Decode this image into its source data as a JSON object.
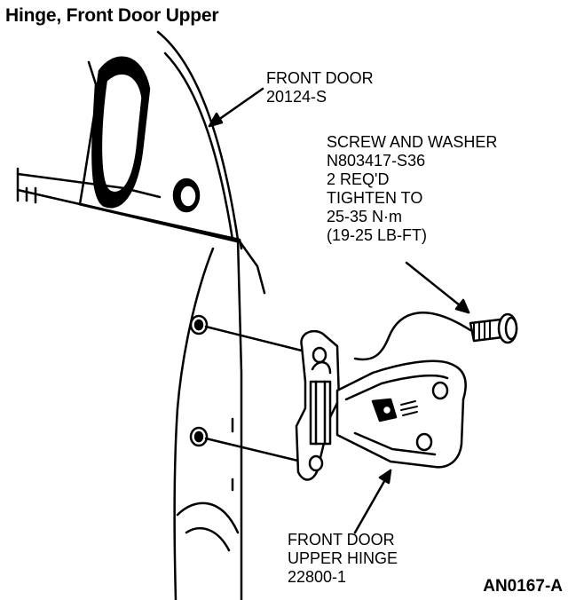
{
  "title": "Hinge, Front Door Upper",
  "callouts": {
    "front_door": {
      "line1": "FRONT DOOR",
      "line2": "20124-S"
    },
    "screw": {
      "line1": "SCREW AND WASHER",
      "line2": "N803417-S36",
      "line3": "2 REQ'D",
      "line4": "TIGHTEN TO",
      "line5": "25-35 N·m",
      "line6": "(19-25 LB-FT)"
    },
    "hinge": {
      "line1": "FRONT DOOR",
      "line2": "UPPER HINGE",
      "line3": "22800-1"
    }
  },
  "figure_id": "AN0167-A"
}
